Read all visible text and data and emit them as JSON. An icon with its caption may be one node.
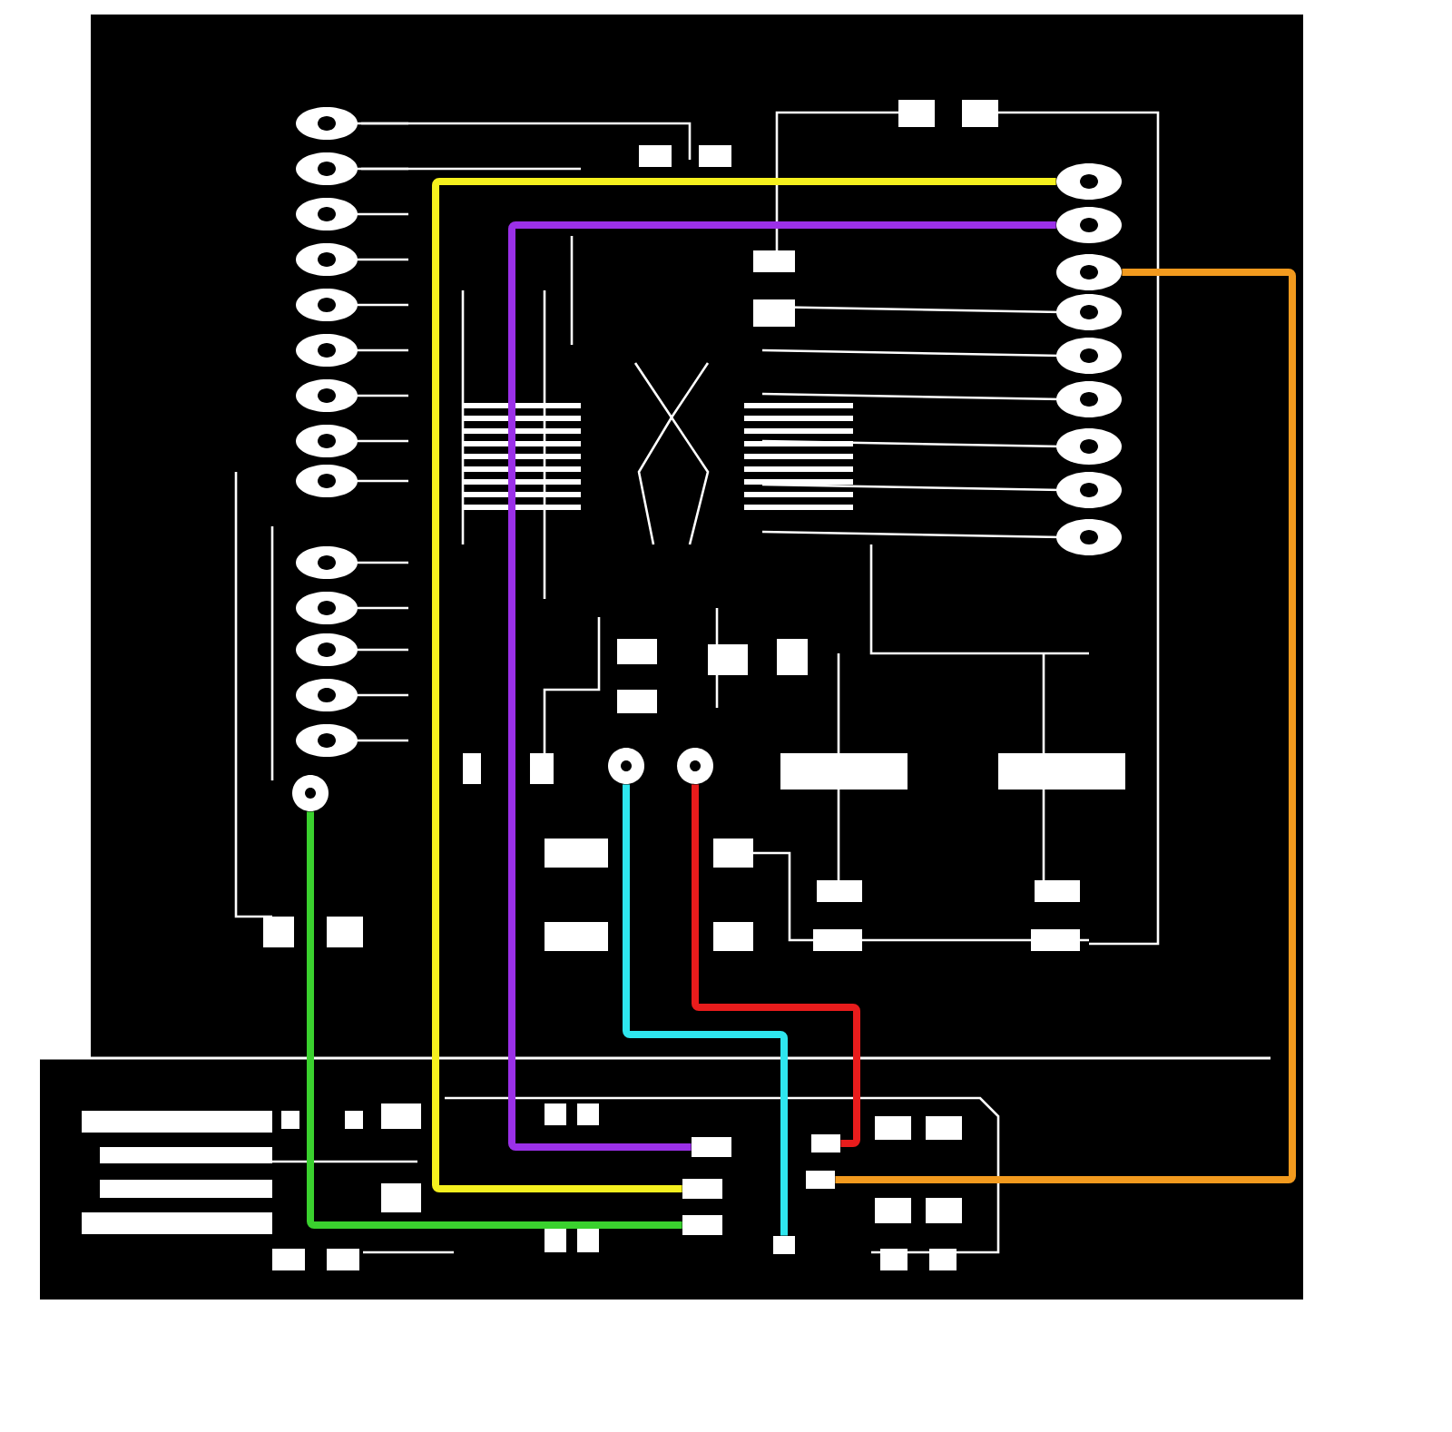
{
  "diagram": {
    "nodes": [
      {
        "text": [],
        "shape": "circle"
      },
      {
        "text": [],
        "shape": "circle"
      },
      {
        "text": [],
        "shape": "circle"
      },
      {
        "text": [],
        "shape": "circle"
      },
      {
        "text": [],
        "shape": "circle"
      },
      {
        "text": [],
        "shape": "circle"
      },
      {
        "text": [],
        "shape": "box"
      },
      {
        "text": [],
        "shape": "box"
      },
      {
        "text": [],
        "shape": "box"
      },
      {
        "text": [],
        "shape": "box"
      },
      {
        "text": [],
        "shape": "box"
      },
      {
        "text": [],
        "shape": "box"
      },
      {
        "text": [],
        "shape": "circle"
      },
      {
        "text": [],
        "shape": "circle"
      },
      {
        "text": [],
        "shape": "circle"
      },
      {
        "text": [],
        "shape": "circle"
      },
      {
        "text": [],
        "shape": "circle"
      },
      {
        "text": [],
        "shape": "circle"
      },
      {
        "text": [],
        "shape": "circle"
      },
      {
        "text": [],
        "shape": "circle"
      },
      {
        "text": [],
        "shape": "circle"
      },
      {
        "text": [],
        "shape": "circle"
      },
      {
        "text": [],
        "shape": "circle"
      },
      {
        "text": [],
        "shape": "circle"
      },
      {
        "text": [],
        "shape": "circle"
      },
      {
        "text": [],
        "shape": "circle"
      },
      {
        "text": [],
        "shape": "circle"
      },
      {
        "text": [],
        "shape": "circle"
      },
      {
        "text": [],
        "shape": "circle"
      },
      {
        "text": [],
        "shape": "circle"
      },
      {
        "text": [],
        "shape": "circle"
      },
      {
        "text": [],
        "shape": "circle"
      }
    ],
    "edges": [
      {
        "from": 0,
        "to": 9,
        "arrow": "none",
        "color": "#f5f01e"
      },
      {
        "from": 1,
        "to": 6,
        "arrow": "none",
        "color": "#9b30e8"
      },
      {
        "from": 2,
        "to": 8,
        "arrow": "none",
        "color": "#f29a1e"
      },
      {
        "from": 3,
        "to": 10,
        "arrow": "none",
        "color": "#3ad12e"
      },
      {
        "from": 4,
        "to": 11,
        "arrow": "none",
        "color": "#2ee6ee"
      },
      {
        "from": 5,
        "to": 7,
        "arrow": "none",
        "color": "#e81c1c"
      }
    ]
  }
}
